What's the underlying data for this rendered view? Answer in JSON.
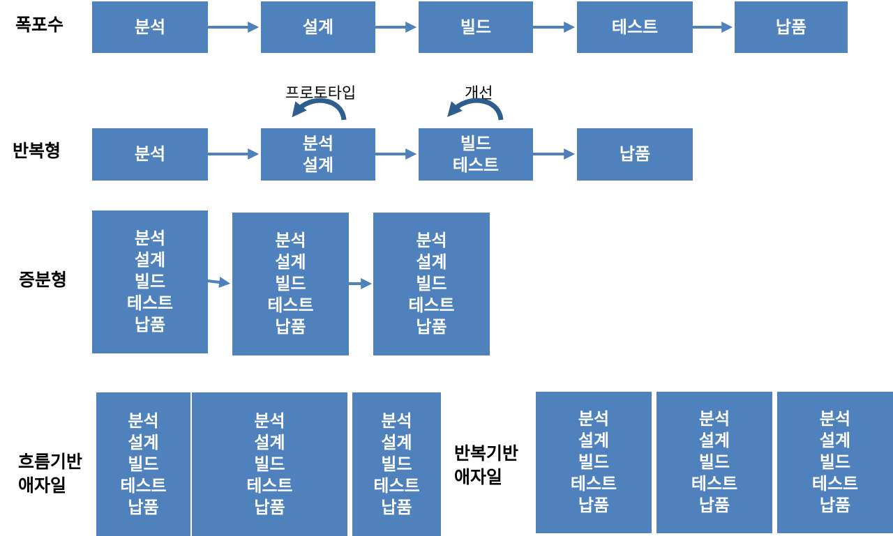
{
  "colors": {
    "box_fill": "#4f81bd",
    "box_text": "#ffffff",
    "arrow": "#4f81bd",
    "loop_arrow": "#2e5e8e"
  },
  "labels": {
    "waterfall": "폭포수",
    "iterative": "반복형",
    "incremental": "증분형",
    "flow_agile": [
      "흐름기반",
      "애자일"
    ],
    "iter_agile": [
      "반복기반",
      "애자일"
    ]
  },
  "waterfall": {
    "steps": [
      "분석",
      "설계",
      "빌드",
      "테스트",
      "납품"
    ]
  },
  "iterative": {
    "steps": [
      "분석",
      "분석\n설계",
      "빌드\n테스트",
      "납품"
    ],
    "loops": [
      "프로토타입",
      "개선"
    ]
  },
  "incremental": {
    "phases": [
      "분석\n설계\n빌드\n테스트\n납품",
      "분석\n설계\n빌드\n테스트\n납품",
      "분석\n설계\n빌드\n테스트\n납품"
    ]
  },
  "flow_agile": {
    "phases": [
      "분석\n설계\n빌드\n테스트\n납품",
      "분석\n설계\n빌드\n테스트\n납품",
      "분석\n설계\n빌드\n테스트\n납품"
    ]
  },
  "iter_agile": {
    "phases": [
      "분석\n설계\n빌드\n테스트\n납품",
      "분석\n설계\n빌드\n테스트\n납품",
      "분석\n설계\n빌드\n테스트\n납품"
    ]
  }
}
